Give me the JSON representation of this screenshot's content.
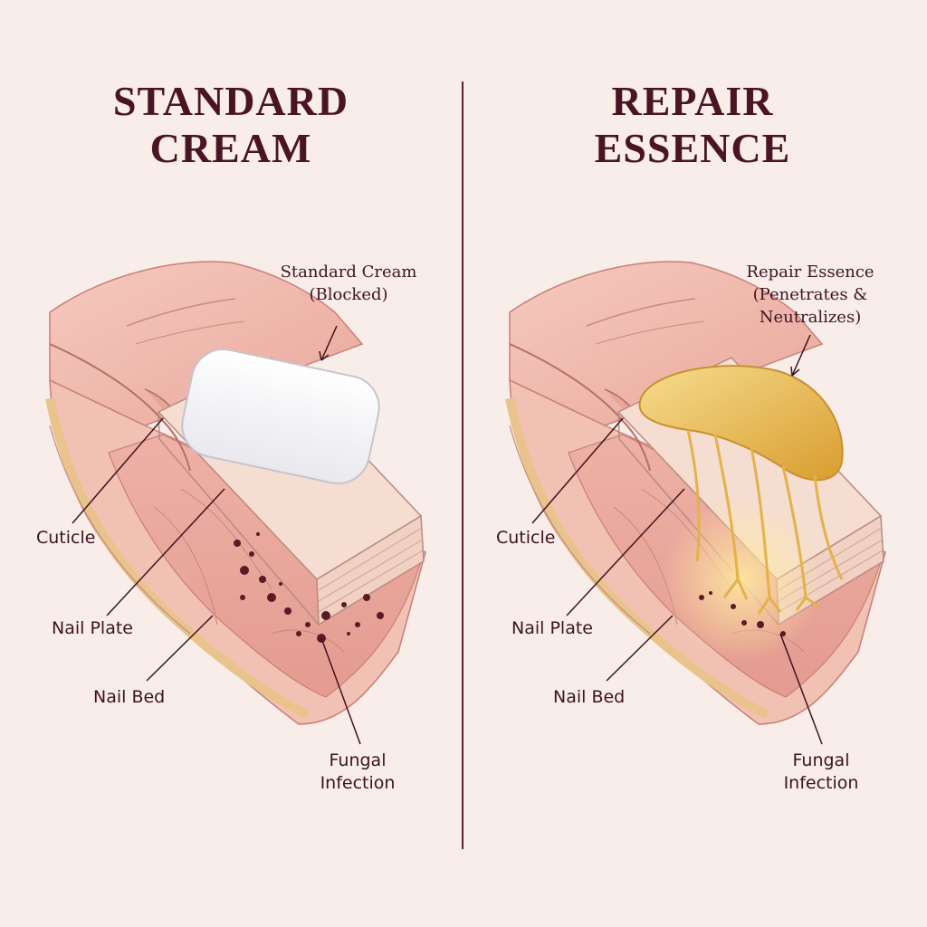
{
  "left": {
    "title_line1": "STANDARD",
    "title_line2": "CREAM",
    "callout_line1": "Standard Cream",
    "callout_line2": "(Blocked)",
    "labels": {
      "cuticle": "Cuticle",
      "nail_plate": "Nail Plate",
      "nail_bed": "Nail Bed",
      "fungal_line1": "Fungal",
      "fungal_line2": "Infection"
    }
  },
  "right": {
    "title_line1": "REPAIR",
    "title_line2": "ESSENCE",
    "callout_line1": "Repair Essence",
    "callout_line2": "(Penetrates &",
    "callout_line3": "Neutralizes)",
    "labels": {
      "cuticle": "Cuticle",
      "nail_plate": "Nail Plate",
      "nail_bed": "Nail Bed",
      "fungal_line1": "Fungal",
      "fungal_line2": "Infection"
    }
  },
  "colors": {
    "background": "#f8ede9",
    "text": "#4a1424",
    "skin": "#efb7ad",
    "nail": "#f2d9cc",
    "cream": "#ffffff",
    "essence": "#e8b74c",
    "fungus": "#5a1a26"
  }
}
